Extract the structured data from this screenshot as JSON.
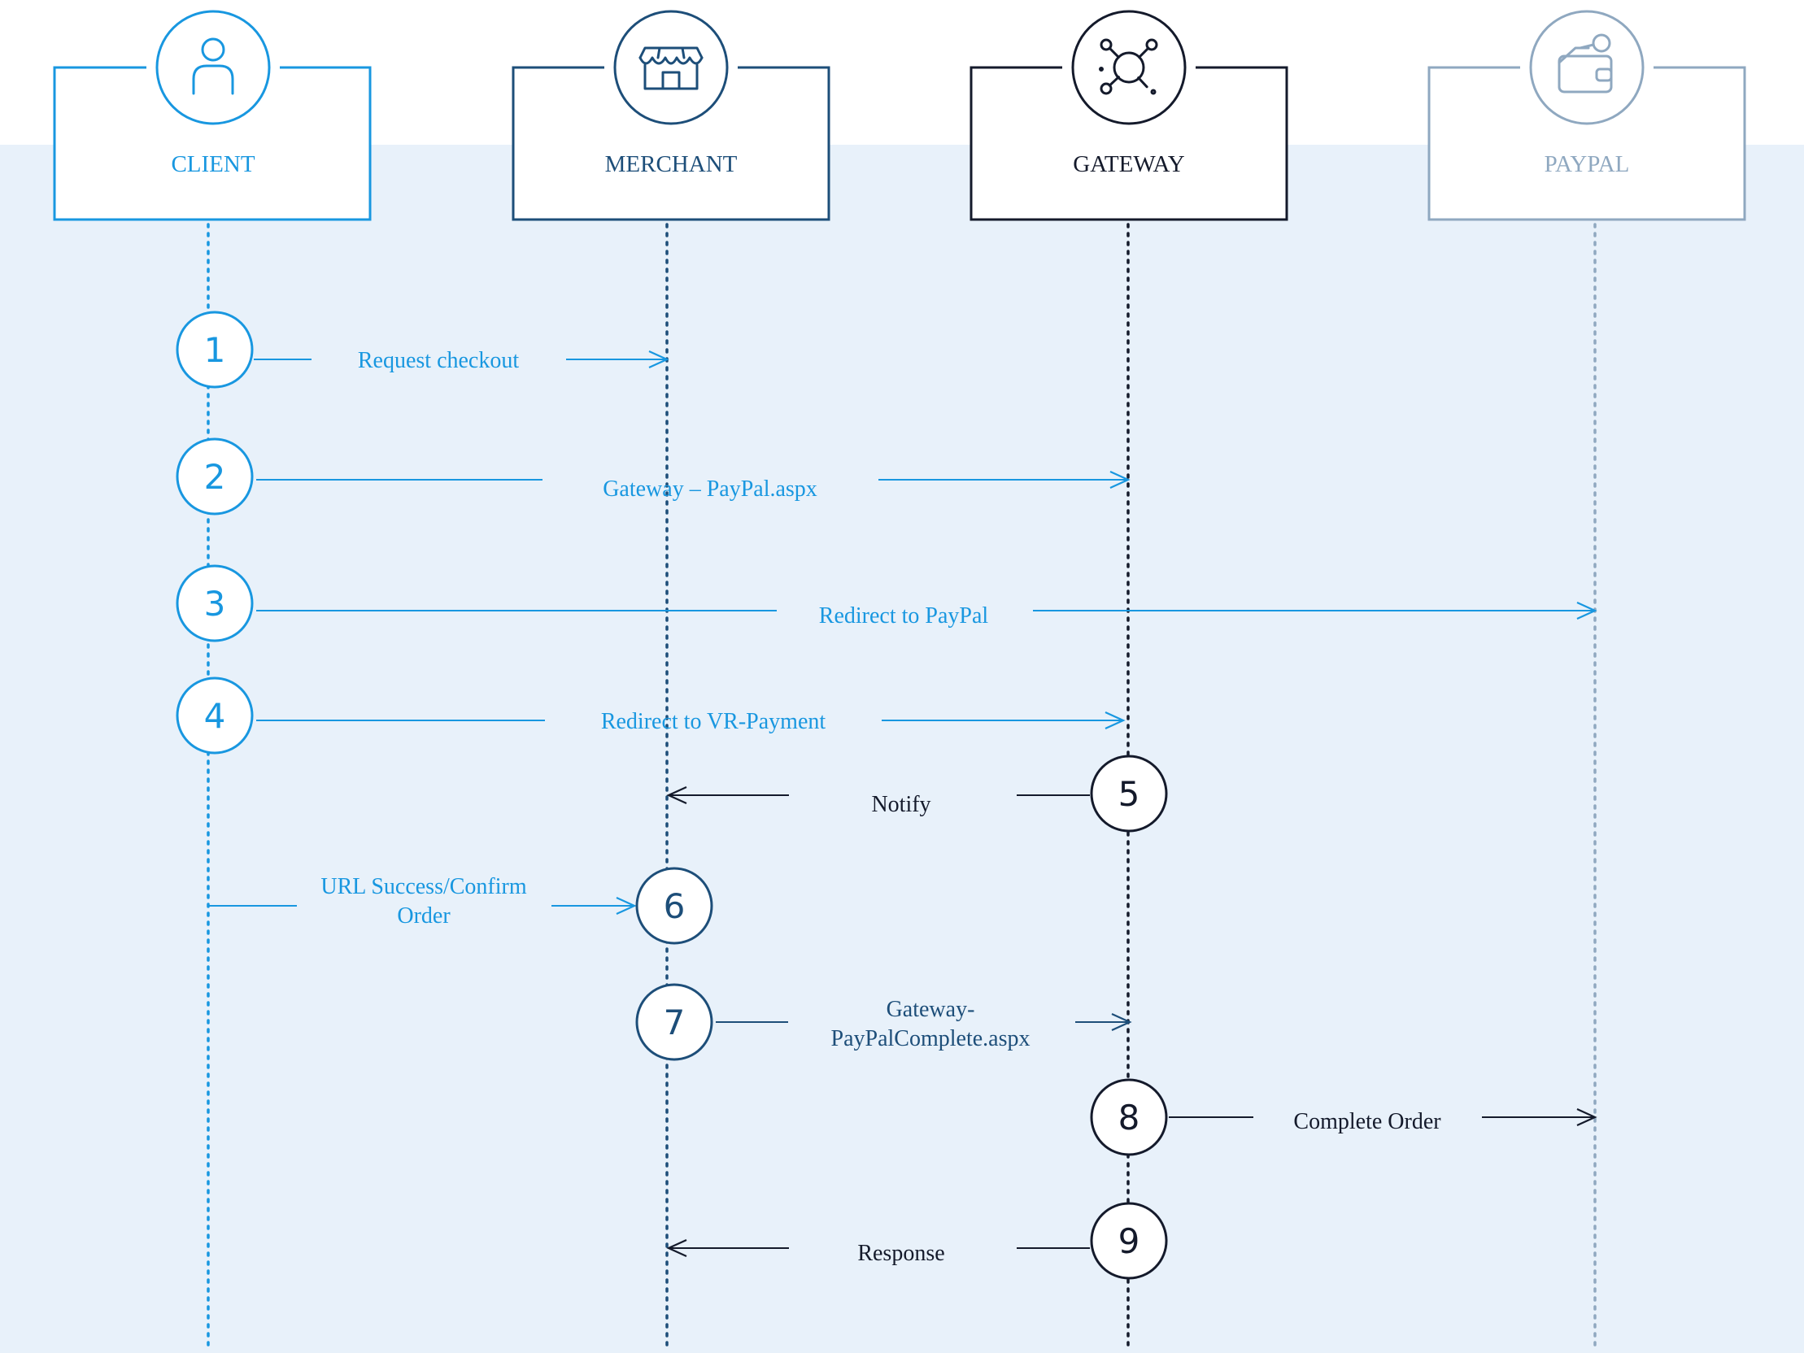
{
  "colors": {
    "client": "#1897e0",
    "merchant": "#1d4e79",
    "gateway": "#141a2b",
    "paypal": "#8fa8c0",
    "band": "#e8f1fa"
  },
  "actors": [
    {
      "id": "client",
      "label": "CLIENT",
      "icon": "user-icon",
      "color": "#1897e0"
    },
    {
      "id": "merchant",
      "label": "MERCHANT",
      "icon": "store-icon",
      "color": "#1d4e79"
    },
    {
      "id": "gateway",
      "label": "GATEWAY",
      "icon": "network-icon",
      "color": "#141a2b"
    },
    {
      "id": "paypal",
      "label": "PAYPAL",
      "icon": "wallet-icon",
      "color": "#8fa8c0"
    }
  ],
  "steps": [
    {
      "num": "1",
      "from": "client",
      "to": "merchant",
      "badge": "client",
      "label": [
        "Request checkout"
      ],
      "color": "#1897e0"
    },
    {
      "num": "2",
      "from": "client",
      "to": "gateway",
      "badge": "client",
      "label": [
        "Gateway – PayPal.aspx"
      ],
      "color": "#1897e0"
    },
    {
      "num": "3",
      "from": "client",
      "to": "paypal",
      "badge": "client",
      "label": [
        "Redirect to PayPal"
      ],
      "color": "#1897e0"
    },
    {
      "num": "4",
      "from": "client",
      "to": "gateway",
      "badge": "client",
      "label": [
        "Redirect to VR-Payment"
      ],
      "color": "#1897e0"
    },
    {
      "num": "5",
      "from": "gateway",
      "to": "merchant",
      "badge": "gateway",
      "label": [
        "Notify"
      ],
      "color": "#141a2b"
    },
    {
      "num": "6",
      "from": "client",
      "to": "merchant",
      "badge": "merchant",
      "label": [
        "URL Success/Confirm",
        "Order"
      ],
      "color": "#1897e0"
    },
    {
      "num": "7",
      "from": "merchant",
      "to": "gateway",
      "badge": "merchant",
      "label": [
        "Gateway-",
        "PayPalComplete.aspx"
      ],
      "color": "#1d4e79"
    },
    {
      "num": "8",
      "from": "gateway",
      "to": "paypal",
      "badge": "gateway",
      "label": [
        "Complete Order"
      ],
      "color": "#141a2b"
    },
    {
      "num": "9",
      "from": "gateway",
      "to": "merchant",
      "badge": "gateway",
      "label": [
        "Response"
      ],
      "color": "#141a2b"
    }
  ]
}
